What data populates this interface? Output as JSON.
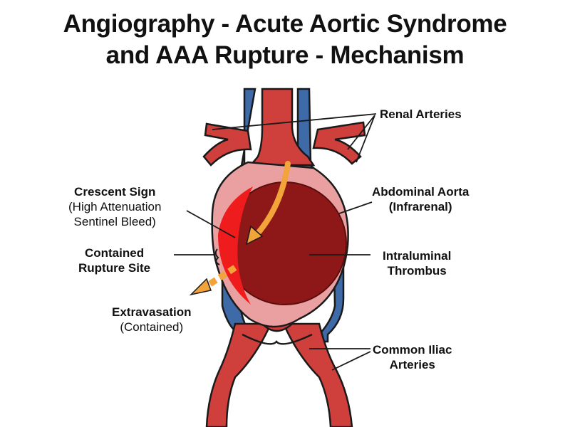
{
  "title": {
    "line1": "Angiography - Acute Aortic Syndrome",
    "line2": "and AAA Rupture - Mechanism"
  },
  "labels": {
    "renal_arteries": "Renal Arteries",
    "crescent_sign": "Crescent Sign",
    "crescent_sub_1": "(High Attenuation",
    "crescent_sub_2": "Sentinel Bleed)",
    "contained_rupture_1": "Contained",
    "contained_rupture_2": "Rupture Site",
    "extravasation": "Extravasation",
    "extravasation_sub": "(Contained)",
    "abdominal_aorta_1": "Abdominal Aorta",
    "abdominal_aorta_2": "(Infrarenal)",
    "intraluminal_1": "Intraluminal",
    "intraluminal_2": "Thrombus",
    "common_iliac_1": "Common Iliac",
    "common_iliac_2": "Arteries"
  },
  "colors": {
    "artery_red": "#cf3f3c",
    "vein_blue": "#3e6aa8",
    "thrombus": "#8e1717",
    "crescent": "#ee1c1c",
    "arrow": "#f2a33a",
    "wall_pink": "#eaa0a0",
    "outline": "#1a1a1a"
  }
}
